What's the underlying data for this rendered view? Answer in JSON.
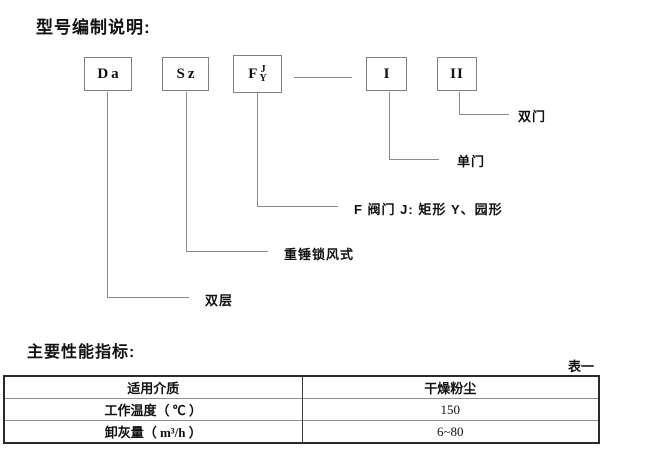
{
  "page": {
    "section1_title": "型号编制说明:",
    "section2_title": "主要性能指标:",
    "table_caption": "表一"
  },
  "diagram": {
    "boxes": [
      {
        "label": "Da"
      },
      {
        "label": "Sz"
      },
      {
        "label": "F",
        "sup": "J",
        "sub": "Y"
      },
      {
        "label": "I"
      },
      {
        "label": "II"
      }
    ],
    "branches": [
      {
        "label": "双门"
      },
      {
        "label": "单门"
      },
      {
        "label": "F 阀门 J: 矩形  Y、园形"
      },
      {
        "label": "重锤锁风式"
      },
      {
        "label": "双层"
      }
    ]
  },
  "performance_table": {
    "rows": [
      {
        "param": "适用介质",
        "value": "干燥粉尘"
      },
      {
        "param": "工作温度（ ℃ ）",
        "value": "150"
      },
      {
        "param": "卸灰量（ m³/h ）",
        "value": "6~80"
      }
    ]
  },
  "colors": {
    "connector_line": "#8a8a8a",
    "box_border": "#7f7f7f",
    "table_border": "#2a2a2a",
    "text": "#111111",
    "background": "#ffffff"
  }
}
